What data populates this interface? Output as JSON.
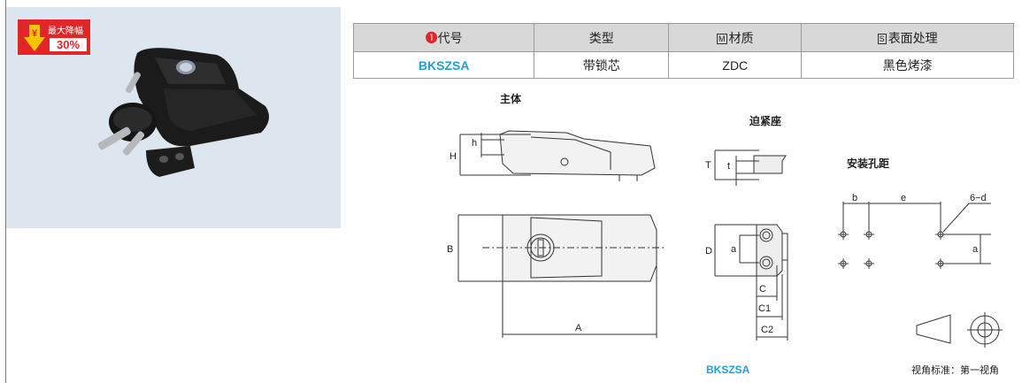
{
  "badge": {
    "title": "最大降幅",
    "value": "30%",
    "currency": "¥"
  },
  "table": {
    "headers": {
      "code_num": "❶",
      "code": "代号",
      "type": "类型",
      "material_mark": "M",
      "material": "材质",
      "surface_mark": "S",
      "surface": "表面处理"
    },
    "row": {
      "code": "BKSZSA",
      "type": "带锁芯",
      "material": "ZDC",
      "surface": "黑色烤漆"
    }
  },
  "labels": {
    "main_body": "主体",
    "retainer": "迫紧座",
    "hole_pitch": "安装孔距",
    "model": "BKSZSA",
    "view_std": "视角标准：第一视角"
  },
  "dims": {
    "h": "h",
    "H": "H",
    "B": "B",
    "A": "A",
    "T": "T",
    "t": "t",
    "D": "D",
    "a": "a",
    "C": "C",
    "C1": "C1",
    "C2": "C2",
    "b": "b",
    "e": "e",
    "d6": "6−d"
  }
}
